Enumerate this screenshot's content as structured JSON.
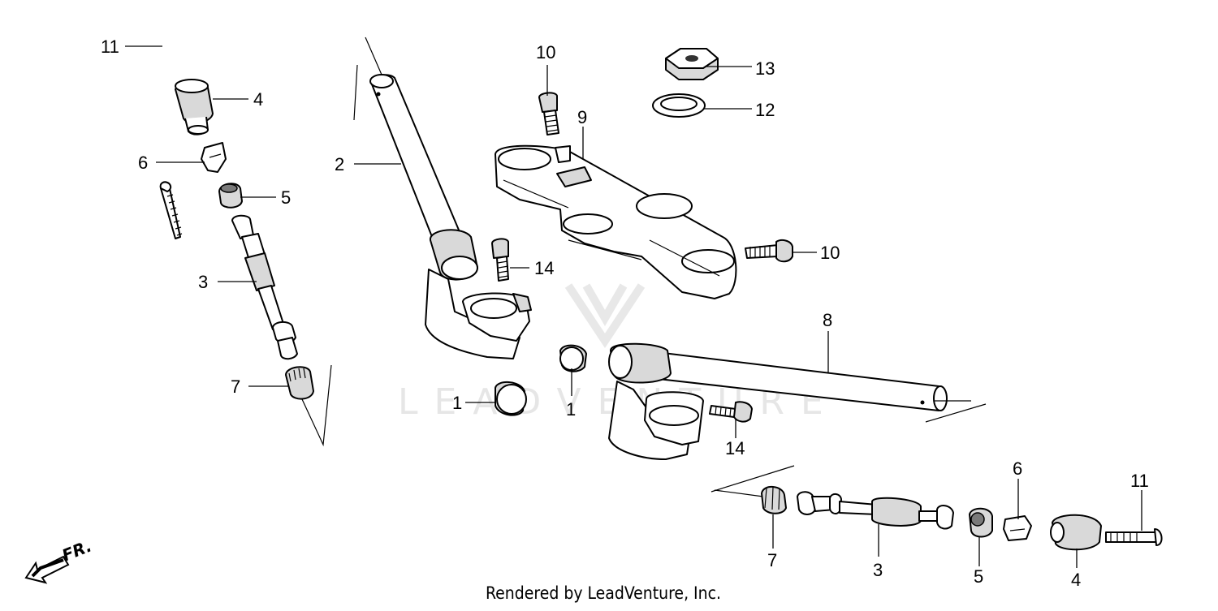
{
  "watermark": {
    "text": "LEADVENTURE"
  },
  "footer": {
    "text": "Rendered by LeadVenture, Inc."
  },
  "direction_marker": {
    "label": "FR."
  },
  "callouts": {
    "c1a": "1",
    "c1b": "1",
    "c2": "2",
    "c3a": "3",
    "c3b": "3",
    "c4a": "4",
    "c4b": "4",
    "c5a": "5",
    "c5b": "5",
    "c6a": "6",
    "c6b": "6",
    "c7a": "7",
    "c7b": "7",
    "c8": "8",
    "c9": "9",
    "c10a": "10",
    "c10b": "10",
    "c11a": "11",
    "c11b": "11",
    "c12": "12",
    "c13": "13",
    "c14a": "14",
    "c14b": "14"
  }
}
